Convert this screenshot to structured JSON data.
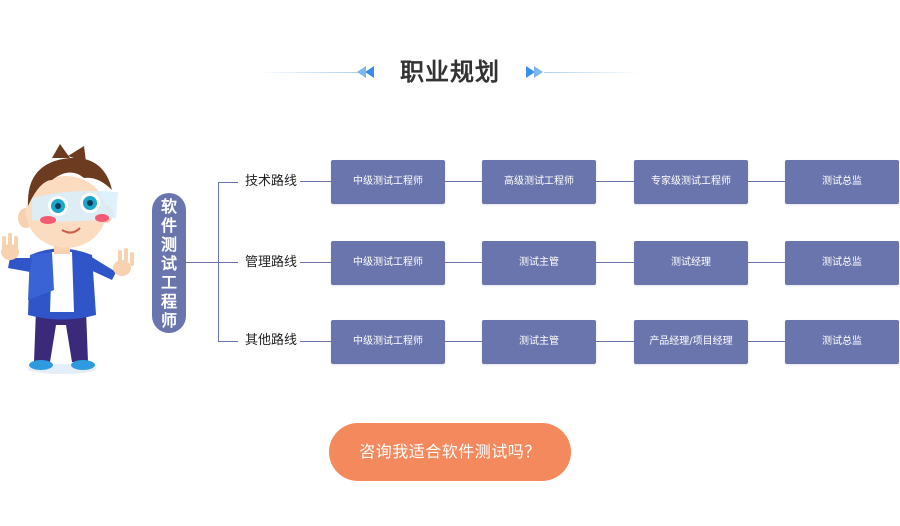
{
  "header": {
    "title": "职业规划"
  },
  "role": {
    "label": "软件测试工程师"
  },
  "tracks": [
    {
      "label": "技术路线",
      "nodes": [
        "中级测试工程师",
        "高级测试工程师",
        "专家级测试工程师",
        "测试总监"
      ]
    },
    {
      "label": "管理路线",
      "nodes": [
        "中级测试工程师",
        "测试主管",
        "测试经理",
        "测试总监"
      ]
    },
    {
      "label": "其他路线",
      "nodes": [
        "中级测试工程师",
        "测试主管",
        "产品经理/项目经理",
        "测试总监"
      ]
    }
  ],
  "cta": {
    "label": "咨询我适合软件测试吗？"
  },
  "colors": {
    "node": "#6b75ad",
    "cta": "#f5895e",
    "title": "#333333",
    "arrow": "#3e8de6"
  }
}
